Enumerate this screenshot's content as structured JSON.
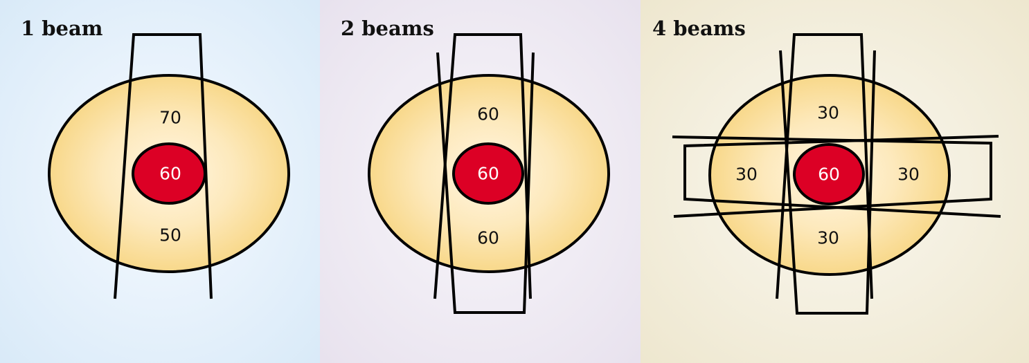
{
  "colors": {
    "panel1_bg": "#e4f0fb",
    "panel2_bg": "#efebf3",
    "panel3_bg": "#f4f0e0",
    "body_fill_center": "#fff6e2",
    "body_fill_edge": "#f8d88a",
    "tumor": "#dc0025"
  },
  "panels": [
    {
      "title": "1 beam",
      "tumor_dose": "60",
      "doses": {
        "top": "70",
        "bottom": "50"
      }
    },
    {
      "title": "2 beams",
      "tumor_dose": "60",
      "doses": {
        "top": "60",
        "bottom": "60"
      }
    },
    {
      "title": "4 beams",
      "tumor_dose": "60",
      "doses": {
        "top": "30",
        "left": "30",
        "right": "30",
        "bottom": "30"
      }
    }
  ]
}
